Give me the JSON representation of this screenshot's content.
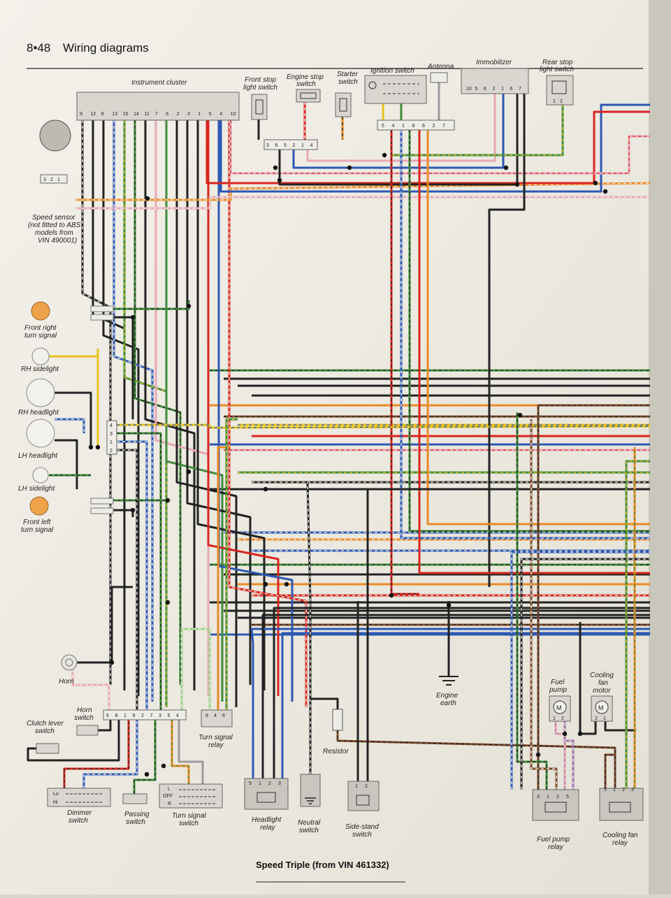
{
  "header": {
    "page_number": "8•48",
    "section_title": "Wiring diagrams"
  },
  "footer": {
    "caption": "Speed Triple (from VIN 461332)"
  },
  "components": {
    "instrument_cluster": "Instrument cluster",
    "front_stop_switch": [
      "Front stop",
      "light switch"
    ],
    "engine_stop_switch": [
      "Engine stop",
      "switch"
    ],
    "starter_switch": [
      "Starter",
      "switch"
    ],
    "ignition_switch": "Ignition switch",
    "antenna": "Antenna",
    "immobilizer": "Immobilizer",
    "rear_stop_switch": [
      "Rear stop",
      "light switch"
    ],
    "speed_sensor": [
      "Speed sensor",
      "(not fitted to ABS",
      "models from",
      "VIN 490001)"
    ],
    "front_right_turn": [
      "Front right",
      "turn signal"
    ],
    "rh_sidelight": "RH sidelight",
    "rh_headlight": "RH headlight",
    "lh_headlight": "LH headlight",
    "lh_sidelight": "LH sidelight",
    "front_left_turn": [
      "Front left",
      "turn signal"
    ],
    "horn": "Horn",
    "horn_switch": [
      "Horn",
      "switch"
    ],
    "clutch_switch": [
      "Clutch lever",
      "switch"
    ],
    "dimmer_switch": [
      "Dimmer",
      "switch"
    ],
    "passing_switch": [
      "Passing",
      "switch"
    ],
    "turn_signal_switch": [
      "Turn signal",
      "switch"
    ],
    "turn_signal_relay": [
      "Turn signal",
      "relay"
    ],
    "headlight_relay": [
      "Headlight",
      "relay"
    ],
    "neutral_switch": [
      "Neutral",
      "switch"
    ],
    "resistor": "Resistor",
    "side_stand_switch": [
      "Side-stand",
      "switch"
    ],
    "engine_earth": [
      "Engine",
      "earth"
    ],
    "fuel_pump": [
      "Fuel",
      "pump"
    ],
    "cooling_fan_motor": [
      "Cooling",
      "fan",
      "motor"
    ],
    "fuel_pump_relay": [
      "Fuel pump",
      "relay"
    ],
    "cooling_fan_relay": [
      "Cooling fan",
      "relay"
    ],
    "motor_symbol": "M",
    "dimmer_lo": "Lo",
    "dimmer_hi": "Hi",
    "turn_l": "L",
    "turn_off": "OFF",
    "turn_r": "R"
  },
  "pin_labels": {
    "instrument_cluster": [
      "9",
      "12",
      "8",
      "13",
      "15",
      "14",
      "11",
      "7",
      "6",
      "2",
      "3",
      "1",
      "5",
      "4",
      "10"
    ],
    "switch_block": [
      "3",
      "6",
      "5",
      "2",
      "1",
      "4"
    ],
    "ignition_block": [
      "5",
      "4",
      "1",
      "8",
      "6",
      "2",
      "7"
    ],
    "immobilizer": [
      "10",
      "5",
      "8",
      "2",
      "1",
      "6",
      "7"
    ],
    "rear_stop": [
      "1",
      "2"
    ],
    "speed_sensor": [
      "3",
      "2",
      "1"
    ],
    "headlight_conn": [
      "4",
      "3",
      "1",
      "2"
    ],
    "handlebar_conn": [
      "6",
      "8",
      "1",
      "9",
      "2",
      "7",
      "3",
      "5",
      "4"
    ],
    "turn_relay": [
      "8",
      "4",
      "6"
    ],
    "headlight_relay": [
      "5",
      "1",
      "2",
      "3"
    ],
    "side_stand": [
      "1",
      "2"
    ],
    "fuel_pump": [
      "1",
      "2"
    ],
    "fan_motor": [
      "2",
      "1"
    ],
    "fuel_relay": [
      "3",
      "1",
      "2",
      "5"
    ],
    "fan_relay": [
      "5",
      "1",
      "2",
      "3"
    ]
  },
  "wire_colors": {
    "black": "#222222",
    "red": "#d8261f",
    "blue": "#2d58b3",
    "green": "#3f8b3a",
    "yellow": "#e8c21a",
    "orange": "#e98a23",
    "brown": "#7a4a2b",
    "white": "#f4f2ec",
    "pink": "#e8a8b6",
    "purple": "#9a70a8",
    "grey": "#9b9b9b",
    "lightgreen": "#9ccf8a"
  }
}
